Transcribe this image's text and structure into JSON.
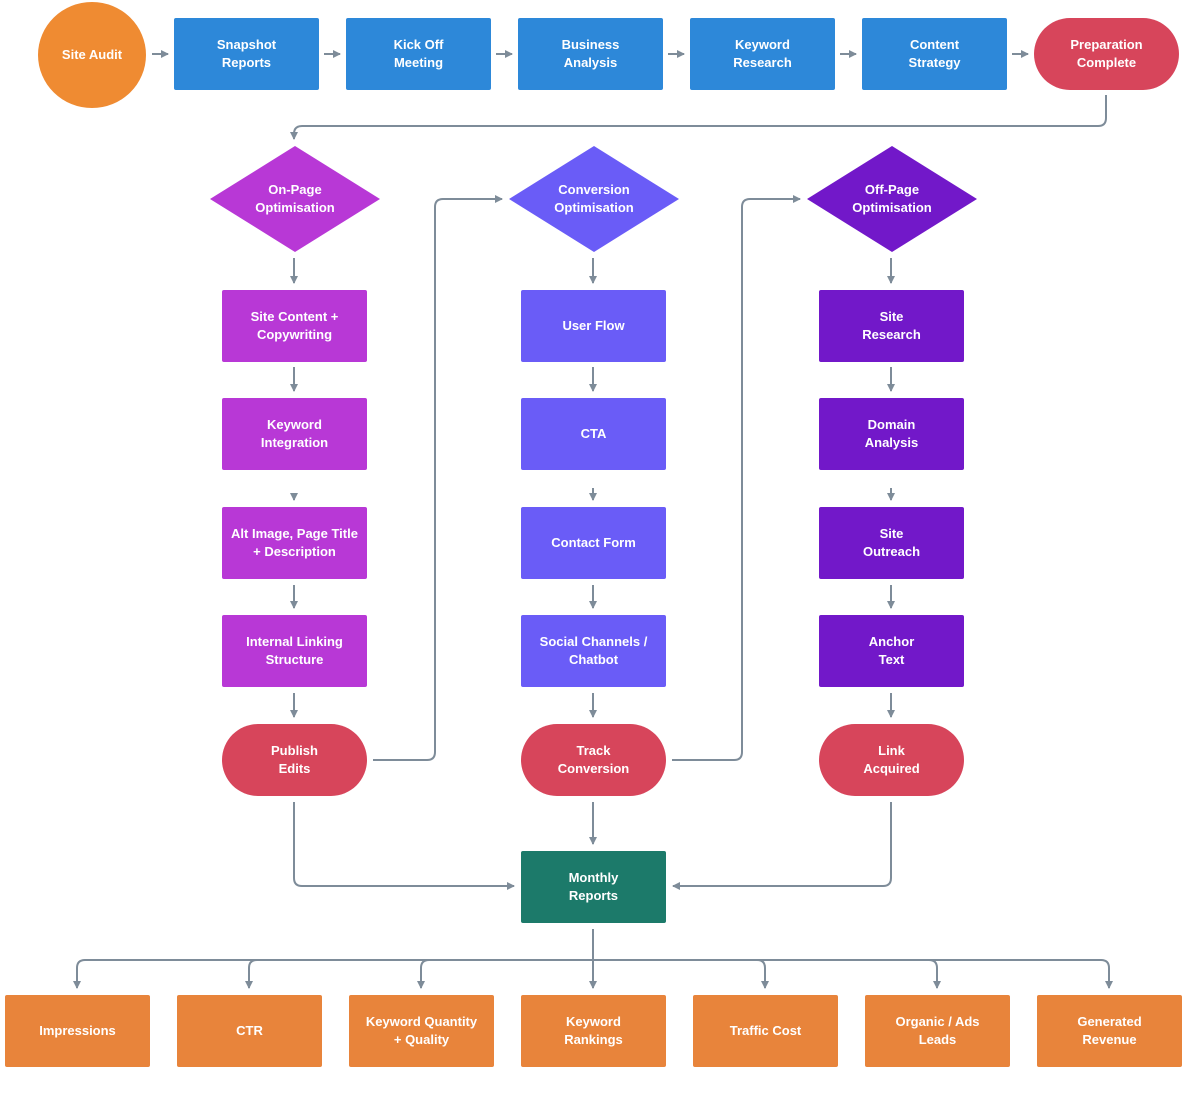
{
  "colors": {
    "start": "#ef8b32",
    "blue": "#2d88d9",
    "red": "#d7455b",
    "magenta": "#b838d6",
    "violet": "#6a5cf7",
    "purple": "#7218c9",
    "green": "#1c7a6a",
    "orange": "#e8843b",
    "connector": "#7e8c99"
  },
  "top_flow": {
    "site_audit": "Site Audit",
    "snapshot_reports": "Snapshot\nReports",
    "kick_off_meeting": "Kick Off\nMeeting",
    "business_analysis": "Business\nAnalysis",
    "keyword_research": "Keyword\nResearch",
    "content_strategy": "Content\nStrategy",
    "preparation_complete": "Preparation\nComplete"
  },
  "on_page": {
    "title": "On-Page\nOptimisation",
    "steps": [
      "Site Content +\nCopywriting",
      "Keyword\nIntegration",
      "Alt Image, Page Title\n+ Description",
      "Internal Linking\nStructure"
    ],
    "end": "Publish\nEdits"
  },
  "conversion": {
    "title": "Conversion\nOptimisation",
    "steps": [
      "User Flow",
      "CTA",
      "Contact Form",
      "Social Channels /\nChatbot"
    ],
    "end": "Track\nConversion"
  },
  "off_page": {
    "title": "Off-Page\nOptimisation",
    "steps": [
      "Site\nResearch",
      "Domain\nAnalysis",
      "Site\nOutreach",
      "Anchor\nText"
    ],
    "end": "Link\nAcquired"
  },
  "monthly_reports": "Monthly\nReports",
  "metrics": [
    "Impressions",
    "CTR",
    "Keyword Quantity\n+ Quality",
    "Keyword\nRankings",
    "Traffic Cost",
    "Organic / Ads\nLeads",
    "Generated\nRevenue"
  ]
}
